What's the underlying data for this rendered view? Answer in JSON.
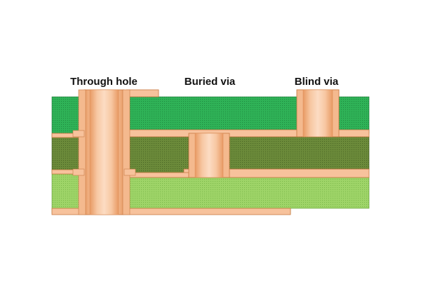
{
  "diagram": {
    "labels": {
      "through_hole": "Through hole",
      "buried_via": "Buried via",
      "blind_via": "Blind via"
    },
    "colors": {
      "background": "#ffffff",
      "top_layer_green": "#2fb257",
      "middle_layer_olive": "#6b8a3a",
      "bottom_layer_lightgreen": "#9ed468",
      "copper": "#f4b98e",
      "copper_dark": "#d98a54",
      "copper_highlight": "#fcd9bf",
      "text": "#111111"
    }
  }
}
